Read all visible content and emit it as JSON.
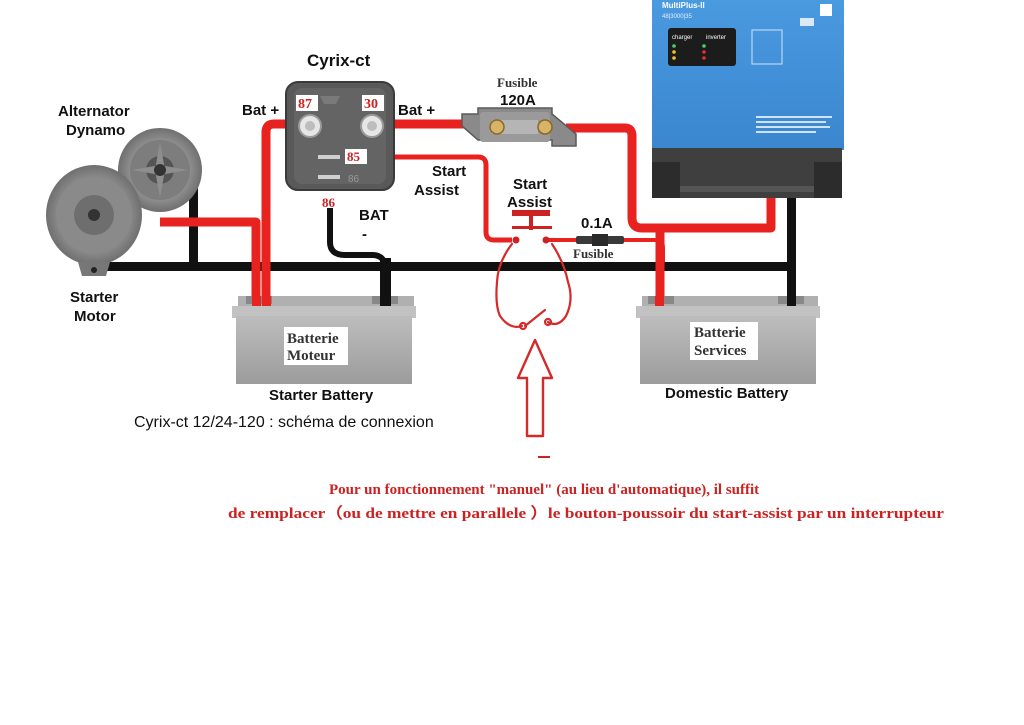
{
  "labels": {
    "cyrix_title": "Cyrix-ct",
    "alternator": "Alternator",
    "dynamo": "Dynamo",
    "starter_motor_line1": "Starter",
    "starter_motor_line2": "Motor",
    "bat_plus_left": "Bat +",
    "bat_plus_right": "Bat +",
    "terminal_87": "87",
    "terminal_30": "30",
    "terminal_85": "85",
    "terminal_86_box": "86",
    "terminal_86": "86",
    "fuse_main_label": "Fusible",
    "fuse_main_rating": "120A",
    "start_assist_wire_line1": "Start",
    "start_assist_wire_line2": "Assist",
    "start_assist_button_line1": "Start",
    "start_assist_button_line2": "Assist",
    "bat_minus_line1": "BAT",
    "bat_minus_line2": "-",
    "fuse_small_rating": "0.1A",
    "fuse_small_label": "Fusible",
    "starter_battery_tag_line1": "Batterie",
    "starter_battery_tag_line2": "Moteur",
    "starter_battery": "Starter Battery",
    "domestic_battery_tag_line1": "Batterie",
    "domestic_battery_tag_line2": "Services",
    "domestic_battery": "Domestic Battery",
    "caption": "Cyrix-ct 12/24-120 : schéma de connexion",
    "note_line1": "Pour un fonctionnement \"manuel\" (au lieu d'automatique), il suffit",
    "note_line2": "de remplacer（ou de mettre en parallele ）le bouton-poussoir du start-assist par un interrupteur"
  },
  "inverter": {
    "brand_line": "MultiPlus-II",
    "model_line": "48|3000|35",
    "panel_left_header": "charger",
    "panel_right_header": "inverter"
  },
  "colors": {
    "positive_wire": "#e8231f",
    "negative_wire": "#111111",
    "annotation_red": "#cc2222",
    "inverter_blue": "#3d8fd8",
    "battery_grey": "#a9a9a9"
  }
}
